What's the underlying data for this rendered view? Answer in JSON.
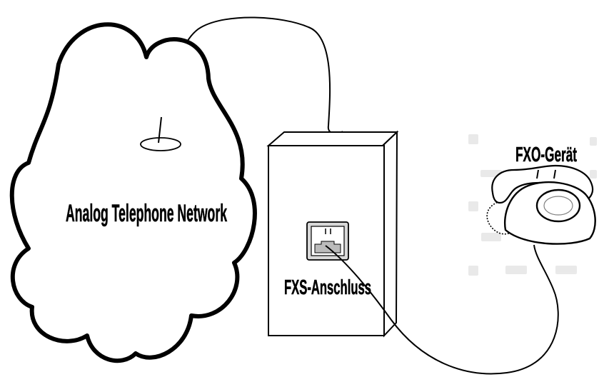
{
  "labels": {
    "network": "Analog Telephone Network",
    "port": "FXS-Anschluss",
    "device": "FXO-Gerät"
  }
}
